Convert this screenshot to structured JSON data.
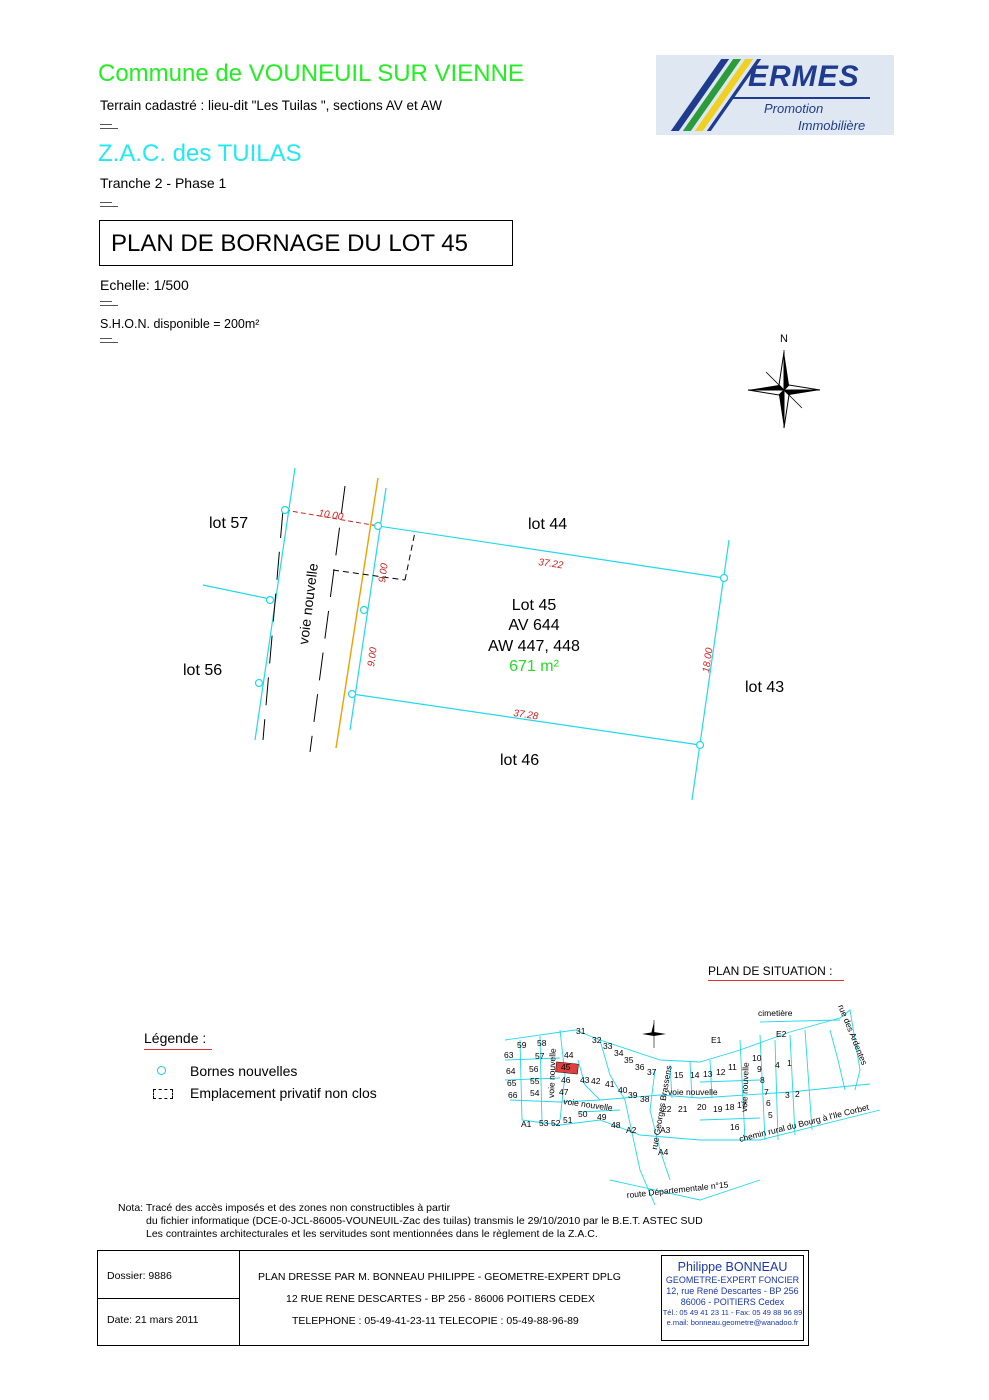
{
  "header": {
    "commune": "Commune de VOUNEUIL SUR VIENNE",
    "terrain": "Terrain cadastré : lieu-dit \"Les Tuilas \", sections AV et AW",
    "zac": "Z.A.C. des TUILAS",
    "tranche": "Tranche 2 - Phase 1",
    "plan_title": "PLAN DE BORNAGE DU LOT 45",
    "echelle": "Echelle: 1/500",
    "shon": "S.H.O.N. disponible = 200m²",
    "north": "N",
    "colors": {
      "commune": "#22ee22",
      "zac": "#22e8f0",
      "parcel": "#22d8ea",
      "dimension": "#d02020",
      "road_edge": "#f0a000",
      "area": "#22dd22"
    }
  },
  "logo": {
    "name": "ERMES",
    "line1": "Promotion",
    "line2": "Immobilière"
  },
  "plan": {
    "lot57": "lot 57",
    "lot44": "lot 44",
    "lot56": "lot 56",
    "lot43": "lot 43",
    "lot46": "lot 46",
    "road": "voie nouvelle",
    "lot_label": "Lot 45",
    "av": "AV 644",
    "aw": "AW 447, 448",
    "area": "671 m²",
    "dim_top": "37.22",
    "dim_bottom": "37.28",
    "dim_right": "18.00",
    "dim_left_upper": "9.00",
    "dim_left_lower": "9.00",
    "dim_access": "10.00"
  },
  "legend": {
    "title": "Légende :",
    "bornes": "Bornes nouvelles",
    "emplacement": "Emplacement privatif non clos"
  },
  "situation": {
    "title": "PLAN DE SITUATION :",
    "cimetiere": "cimetière",
    "rue_ardentes": "rue des Ardentes",
    "chemin": "chemin rural du Bourg à l'Ile Corbet",
    "route": "route Départementale n°15",
    "rue_brassens": "rue Georges Brassens",
    "voie": "voie nouvelle",
    "numbers": [
      "31",
      "32",
      "33",
      "34",
      "35",
      "36",
      "37",
      "59",
      "58",
      "63",
      "57",
      "44",
      "64",
      "56",
      "45",
      "65",
      "55",
      "46",
      "66",
      "54",
      "47",
      "43",
      "42",
      "41",
      "40",
      "39",
      "38",
      "22",
      "21",
      "20",
      "19",
      "18",
      "17",
      "16",
      "15",
      "14",
      "13",
      "12",
      "11",
      "10",
      "9",
      "8",
      "7",
      "6",
      "5",
      "4",
      "3",
      "2",
      "1",
      "50",
      "49",
      "48",
      "53",
      "52",
      "51",
      "A1",
      "A2",
      "A3",
      "A4",
      "E1",
      "E2"
    ]
  },
  "nota": {
    "line1": "Nota: Tracé des accès imposés et des zones non constructibles à partir",
    "line2": "du fichier informatique (DCE-0-JCL-86005-VOUNEUIL-Zac des tuilas) transmis  le 29/10/2010 par le B.E.T. ASTEC SUD",
    "line3": "Les contraintes architecturales et les servitudes sont mentionnées dans le règlement de la Z.A.C."
  },
  "footer": {
    "dossier": "Dossier: 9886",
    "date": "Date: 21 mars 2011",
    "plan_dresse": "PLAN DRESSE PAR M. BONNEAU PHILIPPE - GEOMETRE-EXPERT DPLG",
    "address": "12 RUE RENE DESCARTES - BP 256 - 86006 POITIERS CEDEX",
    "telephone": "TELEPHONE : 05-49-41-23-11  TELECOPIE : 05-49-88-96-89",
    "stamp_name": "Philippe BONNEAU",
    "stamp_title": "GEOMETRE-EXPERT FONCIER",
    "stamp_addr1": "12, rue René Descartes - BP 256",
    "stamp_addr2": "86006 -  POITIERS Cedex",
    "stamp_tel": "Tél.: 05 49 41 23 11 - Fax: 05 49 88 96 89",
    "stamp_mail": "e.mail: bonneau.geometre@wanadoo.fr"
  }
}
